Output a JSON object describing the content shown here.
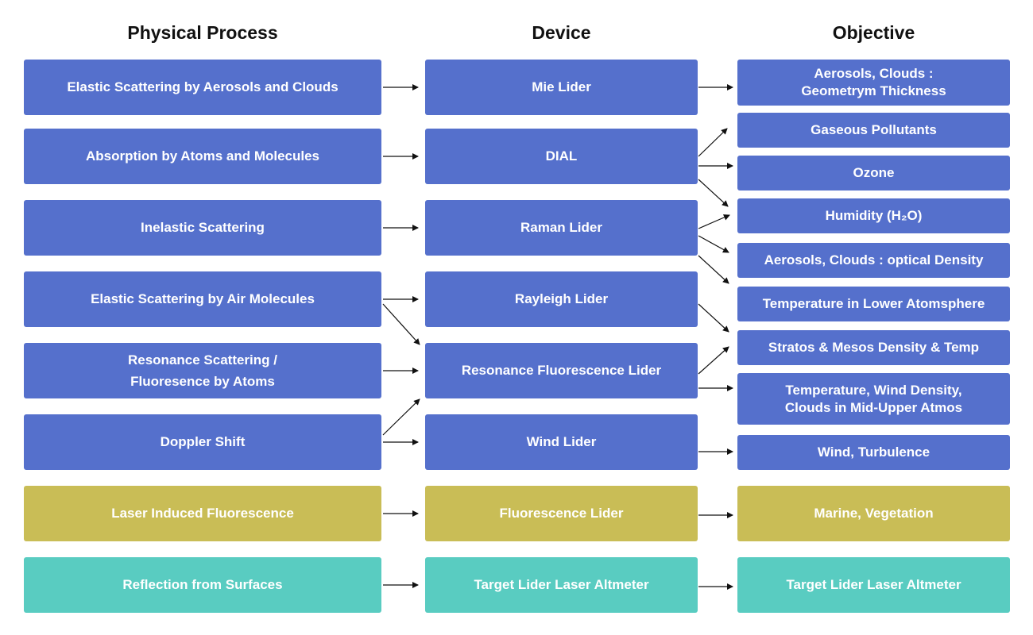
{
  "headers": {
    "process": "Physical Process",
    "device": "Device",
    "objective": "Objective"
  },
  "colors": {
    "primary": "#5570cc",
    "fluorescence": "#c9bd56",
    "surface": "#59ccc1",
    "arrow": "#111111"
  },
  "processes": [
    "Elastic Scattering by Aerosols and Clouds",
    "Absorption by Atoms and Molecules",
    "Inelastic Scattering",
    "Elastic Scattering by Air Molecules",
    "Resonance Scattering /\nFluoresence by Atoms",
    "Doppler Shift",
    "Laser Induced Fluorescence",
    "Reflection from Surfaces"
  ],
  "devices": [
    "Mie Lider",
    "DIAL",
    "Raman Lider",
    "Rayleigh Lider",
    "Resonance Fluorescence Lider",
    "Wind Lider",
    "Fluorescence Lider",
    "Target Lider Laser Altmeter"
  ],
  "objectives": [
    "Aerosols, Clouds :\nGeometrym Thickness",
    "Gaseous Pollutants",
    "Ozone",
    "Humidity (H₂O)",
    "Aerosols, Clouds : optical Density",
    "Temperature in Lower Atomsphere",
    "Stratos & Mesos Density & Temp",
    "Temperature, Wind Density,\nClouds in Mid-Upper Atmos",
    "Wind, Turbulence",
    "Marine, Vegetation",
    "Target Lider Laser Altmeter"
  ]
}
